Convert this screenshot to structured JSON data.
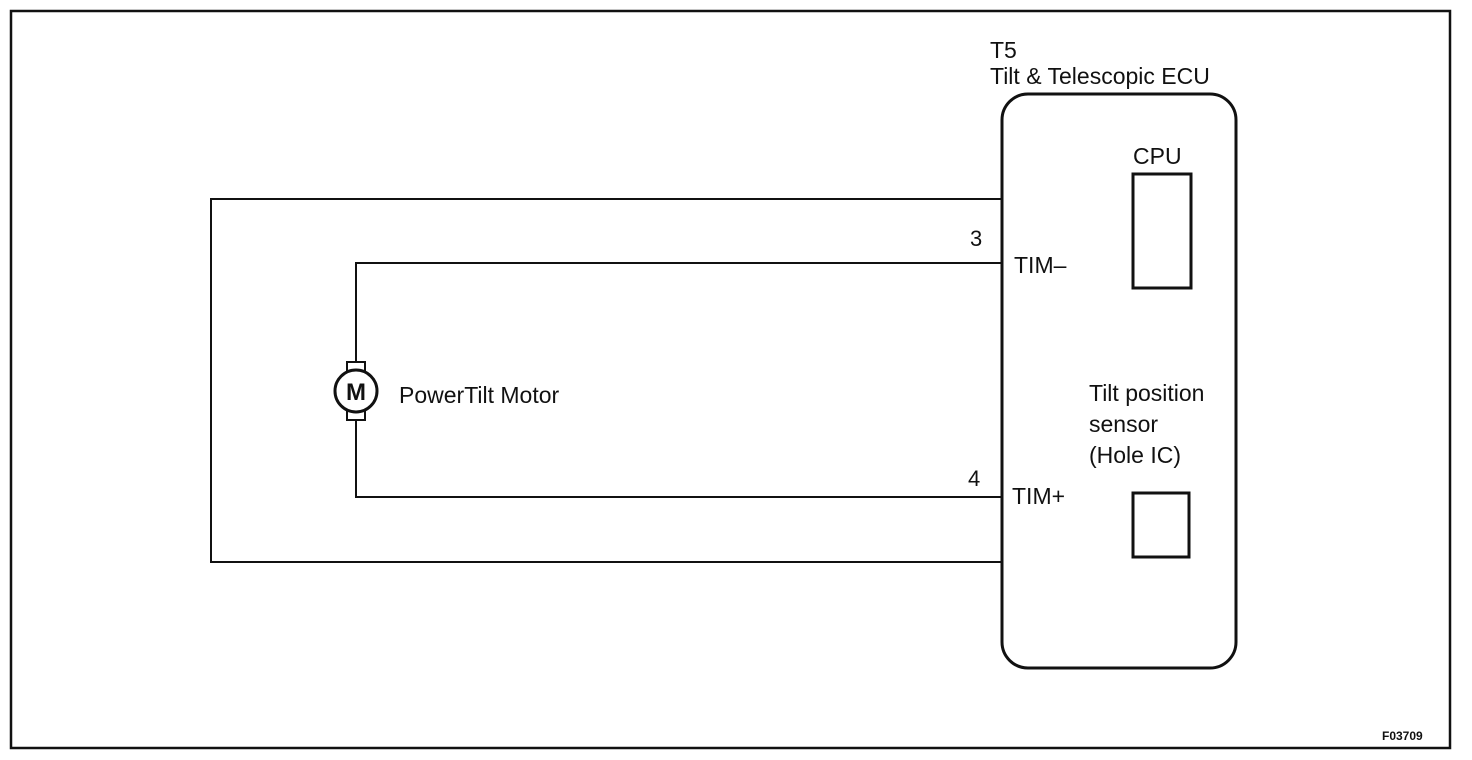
{
  "ecu": {
    "code": "T5",
    "name": "Tilt & Telescopic ECU",
    "cpu_label": "CPU",
    "sensor_label": [
      "Tilt position",
      "sensor",
      "(Hole IC)"
    ]
  },
  "motor": {
    "symbol": "M",
    "label": "PowerTilt Motor"
  },
  "pins": [
    {
      "number": "3",
      "name": "TIM–"
    },
    {
      "number": "4",
      "name": "TIM+"
    }
  ],
  "figure_id": "F03709"
}
